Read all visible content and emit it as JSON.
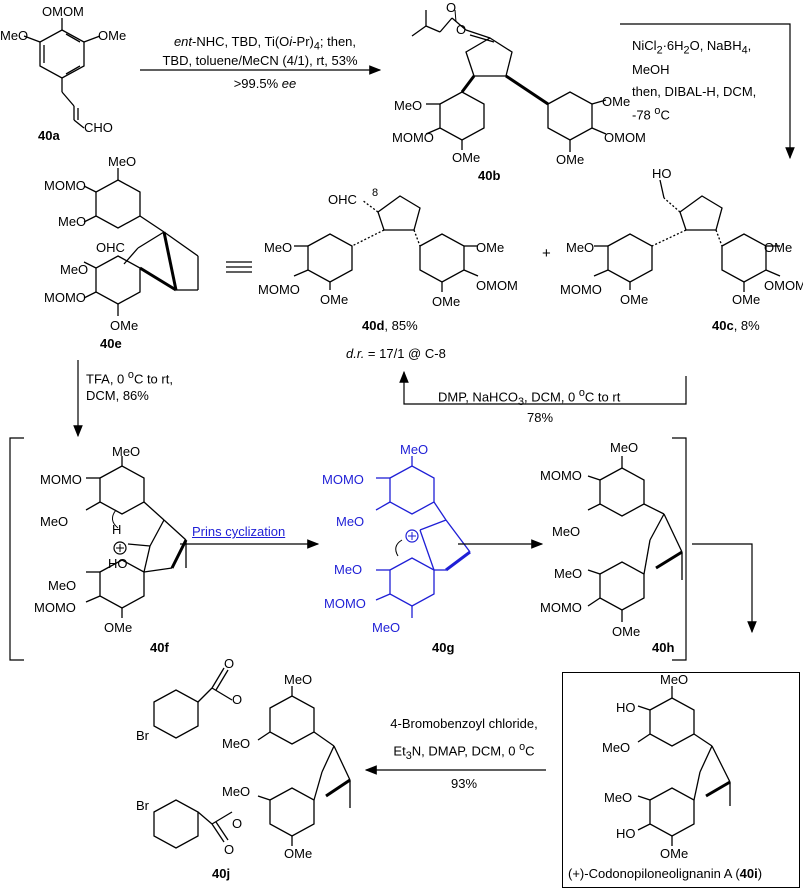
{
  "step1": {
    "line1_pre": "ent",
    "line1_post": "-NHC, TBD, Ti(O",
    "line1_i": "i",
    "line1_end": "-Pr)",
    "line1_sub": "4",
    "line1_tail": "; then,",
    "line2": "TBD, toluene/MeCN (4/1), rt, 53%",
    "line3_pre": ">99.5% ",
    "line3_em": "ee"
  },
  "step2": {
    "line1_a": "NiCl",
    "line1_sub1": "2",
    "line1_b": "·6H",
    "line1_sub2": "2",
    "line1_c": "O, NaBH",
    "line1_sub3": "4",
    "line1_d": ",",
    "line2": "MeOH",
    "line3": "then, DIBAL-H, DCM,",
    "line4_a": "-78 ",
    "line4_sup": "o",
    "line4_b": "C"
  },
  "step3": {
    "line1_a": "DMP, NaHCO",
    "line1_sub": "3",
    "line1_b": ", DCM, 0 ",
    "line1_sup": "o",
    "line1_c": "C to rt",
    "line2": "78%"
  },
  "step4": {
    "line1": "TFA, 0 ",
    "line1_sup": "o",
    "line1_b": "C to rt,",
    "line2": "DCM, 86%"
  },
  "prins_label": "Prins cyclization",
  "step5": {
    "line1": "4-Bromobenzoyl chloride,",
    "line2_a": "Et",
    "line2_sub": "3",
    "line2_b": "N, DMAP, DCM, 0 ",
    "line2_sup": "o",
    "line2_c": "C",
    "line3": "93%"
  },
  "compounds": {
    "c40a": "40a",
    "c40b": "40b",
    "c40c": "40c",
    "c40c_yield": ", 8%",
    "c40d": "40d",
    "c40d_yield": ", 85%",
    "dr_pre": "d.r.",
    "dr_post": " = 17/1 @ C-8",
    "c40e": "40e",
    "c40f": "40f",
    "c40g": "40g",
    "c40h": "40h",
    "c40i_pre": "(+)-Codonopiloneolignanin A (",
    "c40i": "40i",
    "c40i_post": ")",
    "c40j": "40j"
  },
  "atoms": {
    "omom": "OMOM",
    "mom_o": "MOMO",
    "meo": "MeO",
    "ome": "OMe",
    "cho": "CHO",
    "ohc": "OHC",
    "ho": "HO",
    "h": "H",
    "br": "Br",
    "o": "O",
    "eight": "8",
    "plus": "+",
    "equiv": "≡"
  },
  "colors": {
    "highlight": "#1f1fd6",
    "ink": "#000000"
  }
}
